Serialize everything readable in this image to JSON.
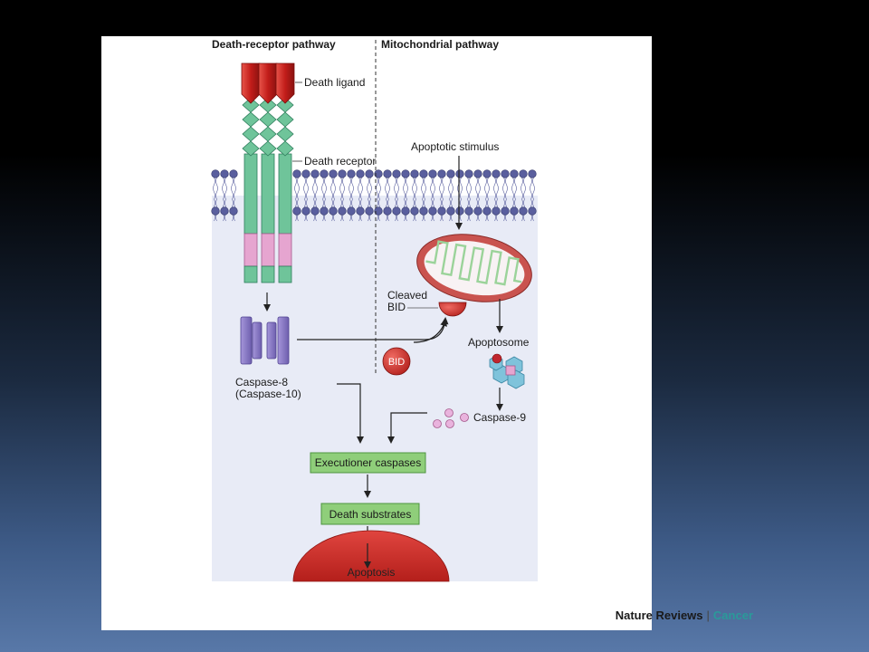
{
  "diagram": {
    "headings": {
      "left": "Death-receptor pathway",
      "right": "Mitochondrial pathway"
    },
    "labels": {
      "death_ligand": "Death ligand",
      "death_receptor": "Death receptor",
      "apoptotic_stimulus": "Apoptotic stimulus",
      "cleaved": "Cleaved",
      "bid_line": "BID",
      "bid": "BID",
      "apoptosome": "Apoptosome",
      "caspase8": "Caspase-8",
      "caspase10": "(Caspase-10)",
      "caspase9": "Caspase-9"
    },
    "boxes": {
      "executioner": "Executioner caspases",
      "substrates": "Death substrates"
    },
    "apoptosis": "Apoptosis",
    "colors": {
      "membrane_head": "#5a5f9e",
      "cytoplasm": "#e8ebf6",
      "receptor_green": "#6fc49a",
      "receptor_pink": "#e6a5d0",
      "ligand_red": "#c8201e",
      "caspase_purple": "#8a7bc4",
      "box_green": "#8fce7a",
      "mito_red": "#c9534f",
      "apoptosis_red": "#cf2f2b"
    }
  },
  "footer": {
    "brand": "Nature Reviews",
    "separator": "|",
    "section": "Cancer"
  }
}
